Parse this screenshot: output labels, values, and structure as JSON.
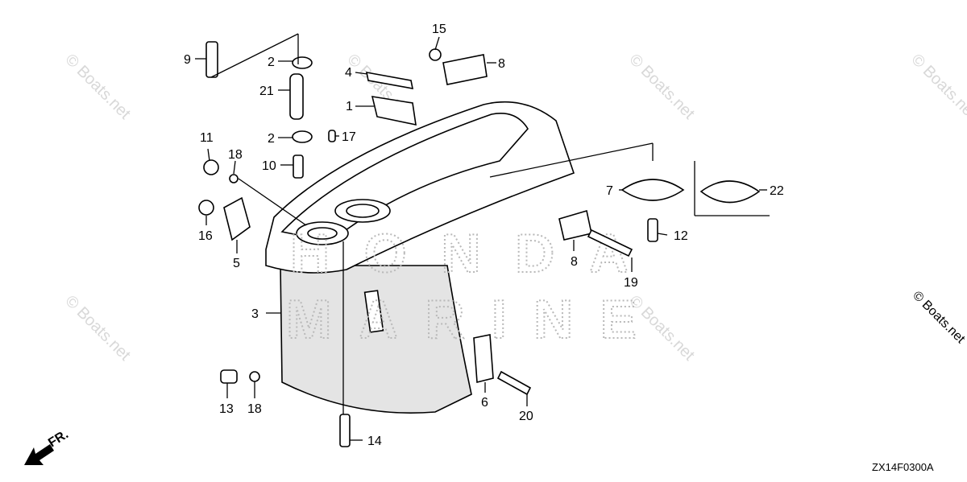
{
  "watermark": "© Boats.net",
  "brand": {
    "line1": "HONDA",
    "line2": "MARINE"
  },
  "diagram_code": "ZX14F0300A",
  "direction_label": "FR.",
  "callouts": [
    "1",
    "2",
    "2",
    "3",
    "4",
    "5",
    "6",
    "7",
    "8",
    "8",
    "9",
    "10",
    "11",
    "12",
    "13",
    "14",
    "15",
    "16",
    "17",
    "18",
    "18",
    "19",
    "20",
    "21",
    "22"
  ]
}
